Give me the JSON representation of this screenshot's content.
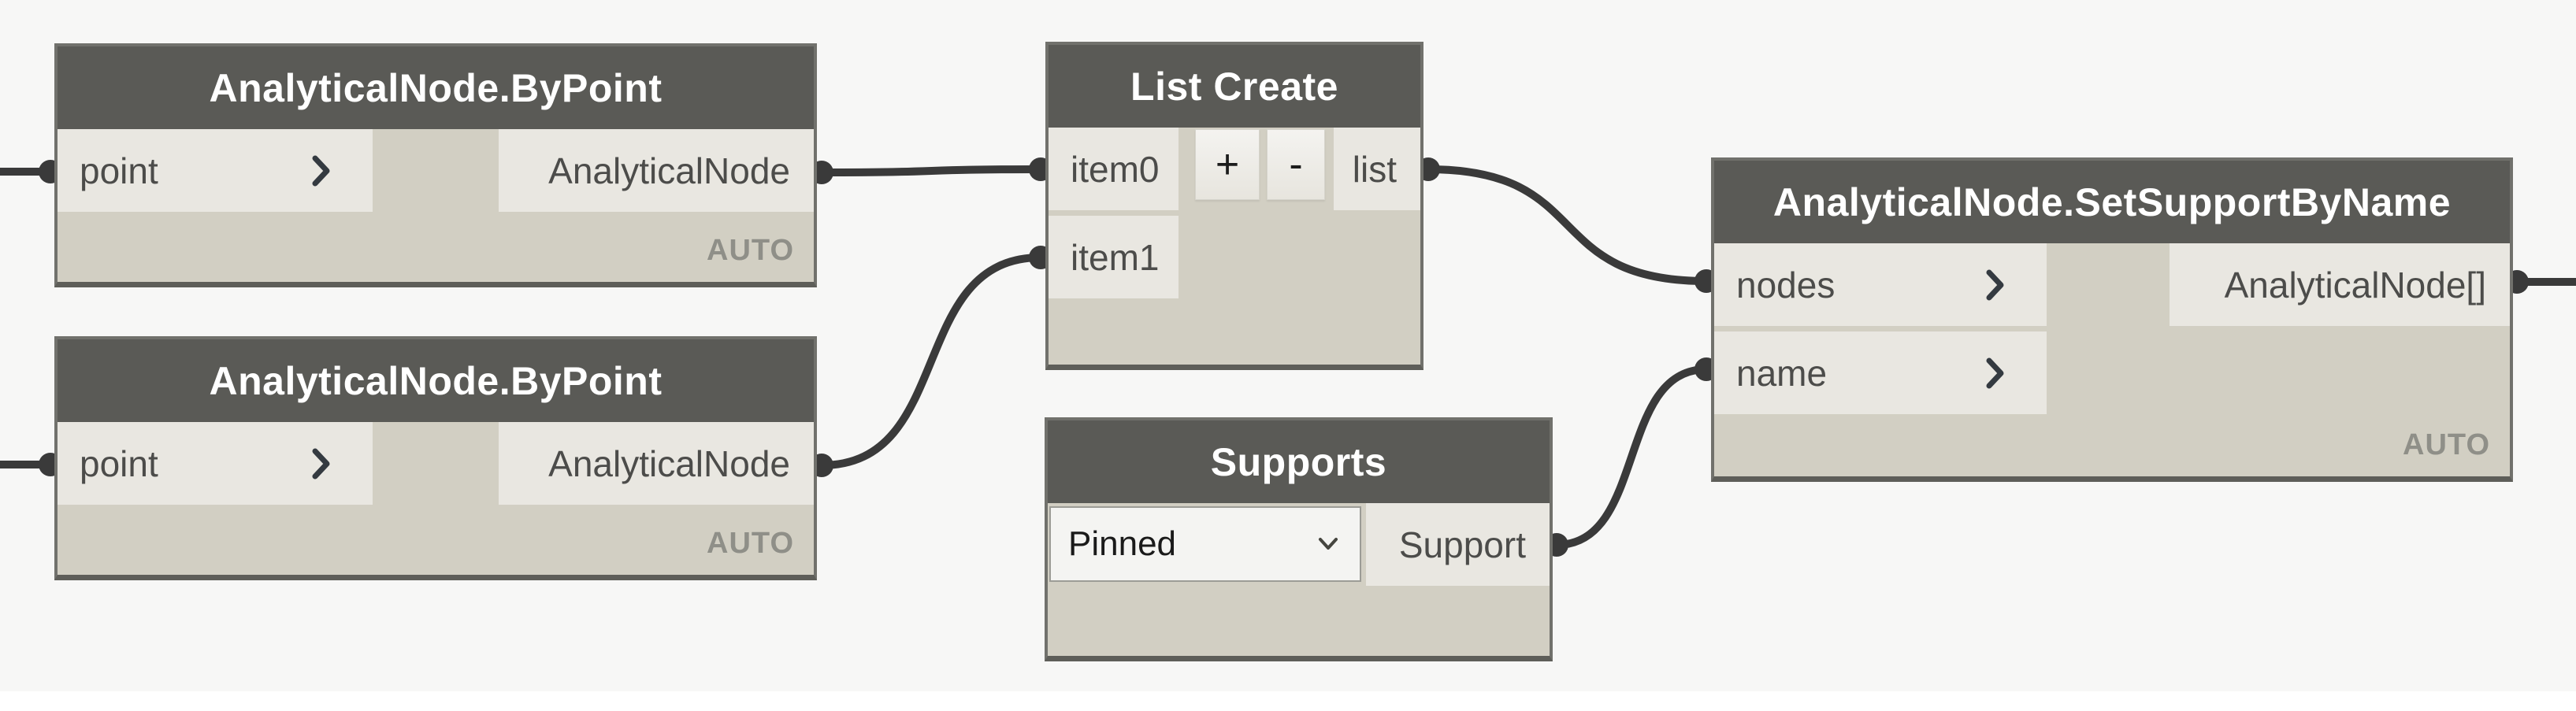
{
  "canvas": {
    "background": "#f7f7f6",
    "page_background": "#ffffff",
    "wire_color": "#3a3a3a",
    "node_header_color": "#5a5a56",
    "node_body_color": "#d2cfc3",
    "port_color": "#e9e7e1"
  },
  "icons": {
    "default_value_chevron": "chevron-right",
    "dropdown_chevron": "chevron-down"
  },
  "nodes": [
    {
      "id": "analytical-node-by-point-1",
      "title": "AnalyticalNode.ByPoint",
      "lacing": "AUTO",
      "inputs": [
        {
          "name": "point"
        }
      ],
      "outputs": [
        {
          "name": "AnalyticalNode"
        }
      ]
    },
    {
      "id": "analytical-node-by-point-2",
      "title": "AnalyticalNode.ByPoint",
      "lacing": "AUTO",
      "inputs": [
        {
          "name": "point"
        }
      ],
      "outputs": [
        {
          "name": "AnalyticalNode"
        }
      ]
    },
    {
      "id": "list-create",
      "title": "List Create",
      "buttons": {
        "add": "+",
        "remove": "-"
      },
      "inputs": [
        {
          "name": "item0"
        },
        {
          "name": "item1"
        }
      ],
      "outputs": [
        {
          "name": "list"
        }
      ]
    },
    {
      "id": "supports",
      "title": "Supports",
      "dropdown": {
        "selected": "Pinned"
      },
      "outputs": [
        {
          "name": "Support"
        }
      ]
    },
    {
      "id": "analytical-node-set-support-by-name",
      "title": "AnalyticalNode.SetSupportByName",
      "lacing": "AUTO",
      "inputs": [
        {
          "name": "nodes"
        },
        {
          "name": "name"
        }
      ],
      "outputs": [
        {
          "name": "AnalyticalNode[]"
        }
      ]
    }
  ]
}
